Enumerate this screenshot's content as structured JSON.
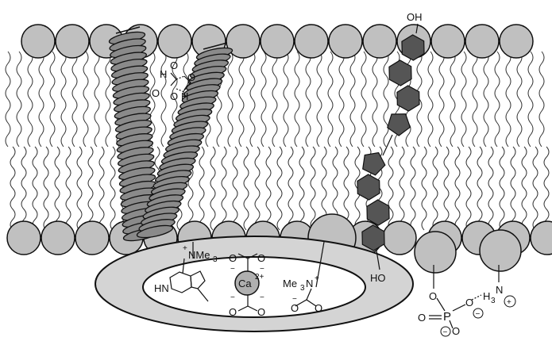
{
  "labels": {
    "oh_top": "OH",
    "ho_bottom": "HO",
    "nme3": "NMe",
    "nme3_sub": "3",
    "nme3_plus": "+",
    "hn": "HN",
    "ca": "Ca",
    "ca_charge": "2+",
    "me3n": "Me",
    "me3n_sub": "3",
    "me3n_n": "N",
    "me3n_plus": "+",
    "h": "H",
    "o": "O",
    "o_minus": "−",
    "p": "P",
    "h3n": "H",
    "h3n_sub": "3",
    "h3n_n": "N",
    "plus_circle": "+",
    "minus_circle": "−"
  },
  "colors": {
    "lipid_head": "#c0c0c0",
    "helix": "#8a8a8a",
    "sterol": "#555555",
    "protein_ring": "#d4d4d4",
    "ca_ion": "#b0b0b0",
    "outline": "#111111"
  }
}
